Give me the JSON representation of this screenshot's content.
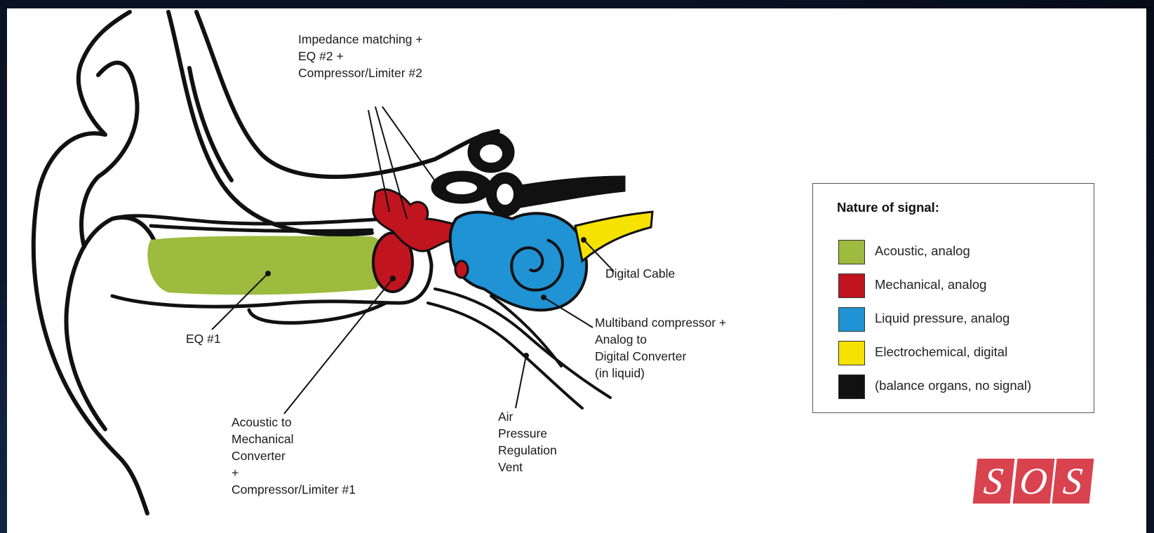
{
  "labels": {
    "impedance": [
      "Impedance matching +",
      "EQ #2 +",
      "Compressor/Limiter #2"
    ],
    "eq1": "EQ #1",
    "acoustic_converter": [
      "Acoustic to",
      "Mechanical",
      "Converter",
      "+",
      "Compressor/Limiter #1"
    ],
    "air_vent": [
      "Air",
      "Pressure",
      "Regulation",
      "Vent"
    ],
    "digital_cable": "Digital Cable",
    "multiband": [
      "Multiband compressor +",
      "Analog to",
      "Digital Converter",
      "(in liquid)"
    ]
  },
  "legend": {
    "title": "Nature of signal:",
    "items": [
      {
        "label": "Acoustic, analog",
        "color": "#9dbb3e"
      },
      {
        "label": "Mechanical, analog",
        "color": "#c0141f"
      },
      {
        "label": "Liquid pressure, analog",
        "color": "#1f93d4"
      },
      {
        "label": "Electrochemical, digital",
        "color": "#f5e200"
      },
      {
        "label": "(balance organs, no signal)",
        "color": "#111111"
      }
    ]
  },
  "logo": {
    "letters": [
      "S",
      "O",
      "S"
    ],
    "color": "#d9424f"
  }
}
